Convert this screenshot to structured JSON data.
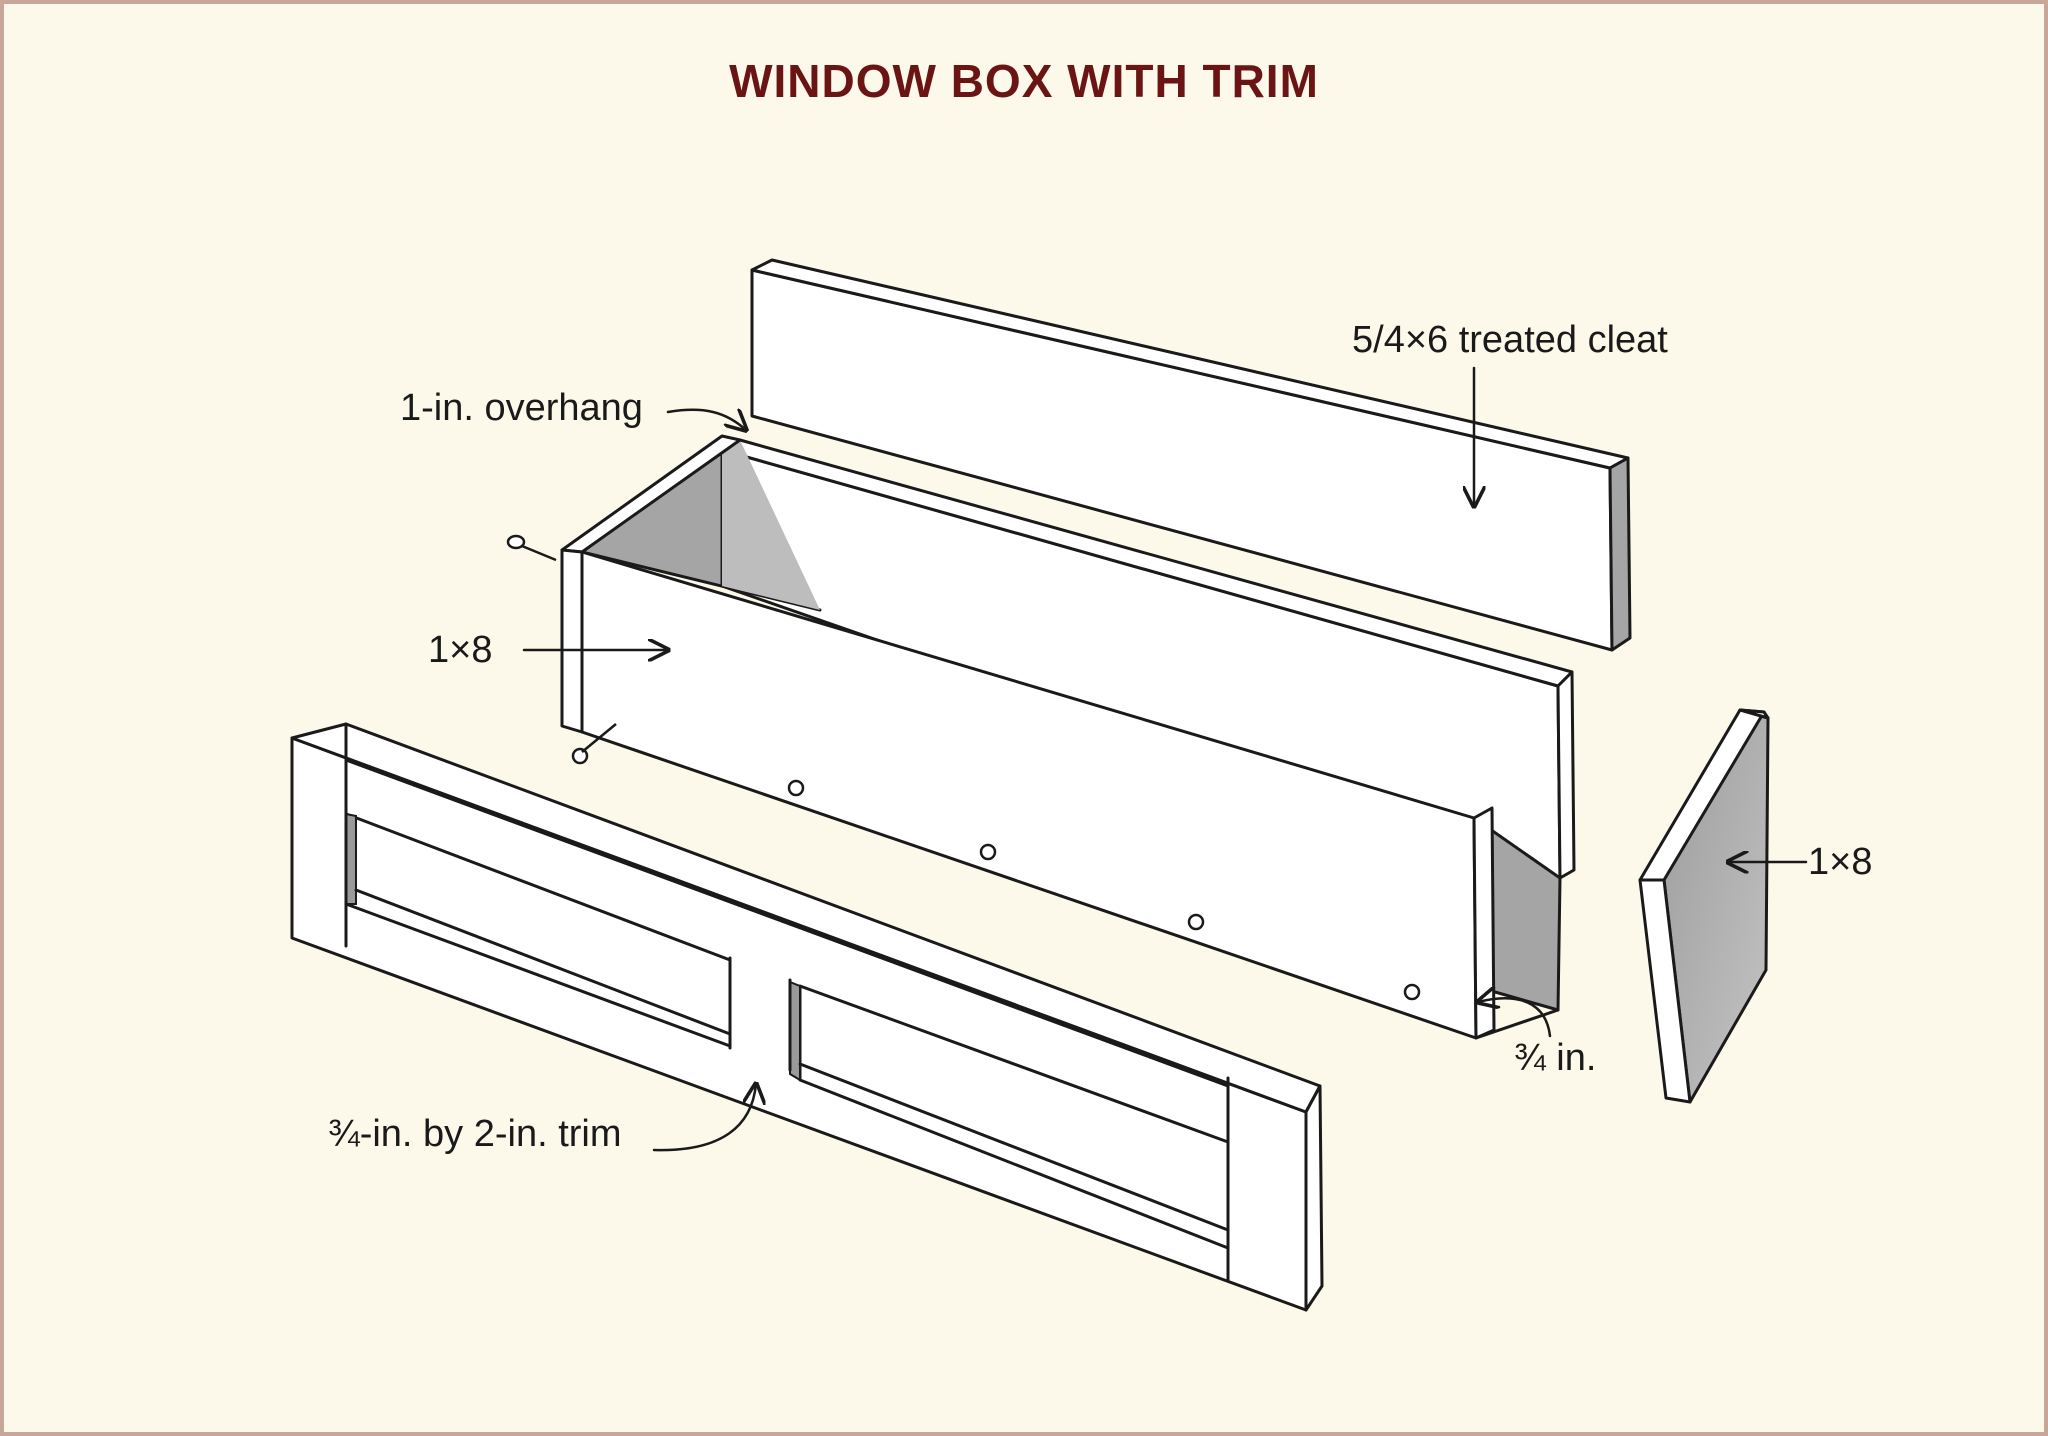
{
  "title": "WINDOW BOX WITH TRIM",
  "labels": {
    "cleat": "5/4×6 treated cleat",
    "overhang": "1-in. overhang",
    "front_board": "1×8",
    "end_board": "1×8",
    "three_quarter": "¾ in.",
    "trim": "¾-in. by 2-in. trim"
  },
  "colors": {
    "title": "#6b1414",
    "background": "#fcf8ea",
    "border": "#c9a69a",
    "shade": "#a5a5a5"
  }
}
